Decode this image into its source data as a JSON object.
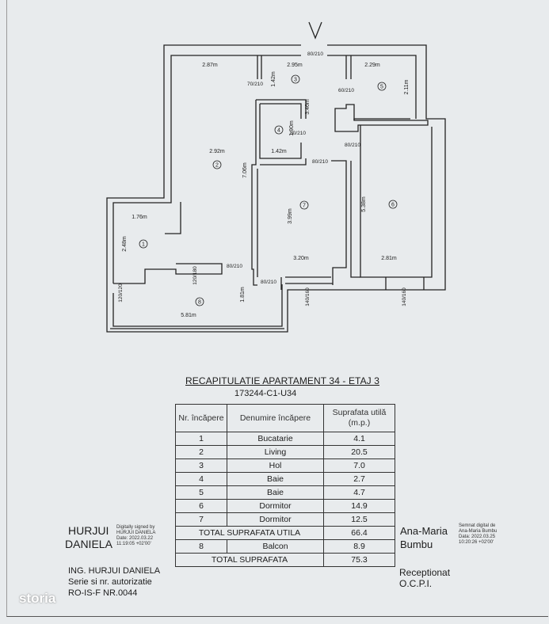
{
  "plan": {
    "north_arrow": "north-arrow",
    "rooms": [
      "1",
      "2",
      "3",
      "4",
      "5",
      "6",
      "7",
      "8"
    ],
    "dimensions": [
      "2.87m",
      "2.95m",
      "2.29m",
      "1.42m",
      "3.46m",
      "2.11m",
      "2.92m",
      "1.42m",
      "1.90m",
      "7.06m",
      "1.76m",
      "2.48m",
      "3.99m",
      "5.38m",
      "3.20m",
      "2.81m",
      "1.81m",
      "5.81m"
    ],
    "openings": [
      "80/210",
      "70/210",
      "60/210",
      "80/210",
      "80/210",
      "80/210",
      "80/210",
      "80/210",
      "120/180",
      "120/120",
      "140/160",
      "140/160"
    ]
  },
  "summary": {
    "title": "RECAPITULATIE APARTAMENT 34 - ETAJ 3",
    "code": "173244-C1-U34",
    "headers": [
      "Nr. încăpere",
      "Denumire încăpere",
      "Suprafata utilă (m.p.)"
    ],
    "rows": [
      {
        "nr": "1",
        "name": "Bucatarie",
        "area": "4.1"
      },
      {
        "nr": "2",
        "name": "Living",
        "area": "20.5"
      },
      {
        "nr": "3",
        "name": "Hol",
        "area": "7.0"
      },
      {
        "nr": "4",
        "name": "Baie",
        "area": "2.7"
      },
      {
        "nr": "5",
        "name": "Baie",
        "area": "4.7"
      },
      {
        "nr": "6",
        "name": "Dormitor",
        "area": "14.9"
      },
      {
        "nr": "7",
        "name": "Dormitor",
        "area": "12.5"
      }
    ],
    "total_util_label": "TOTAL SUPRAFATA UTILA",
    "total_util": "66.4",
    "balcony": {
      "nr": "8",
      "name": "Balcon",
      "area": "8.9"
    },
    "total_label": "TOTAL SUPRAFATA",
    "total": "75.3"
  },
  "signatures": {
    "left": {
      "name_line1": "HURJUI",
      "name_line2": "DANIELA",
      "digital": [
        "Digitally signed by",
        "HURJUI DANIELA",
        "Date: 2022.03.22",
        "11:19:05 +02'00'"
      ],
      "lines": [
        "ING. HURJUI DANIELA",
        "Serie si nr. autorizatie",
        "RO-IS-F NR.0044"
      ]
    },
    "right": {
      "name_line1": "Ana-Maria",
      "name_line2": "Bumbu",
      "digital": [
        "Semnat digital de",
        "Ana-Maria Bumbu",
        "Data: 2022.03.25",
        "10:20:26 +02'00'"
      ],
      "lines": [
        "Receptionat",
        "O.C.P.I."
      ]
    }
  },
  "watermark": "storia"
}
